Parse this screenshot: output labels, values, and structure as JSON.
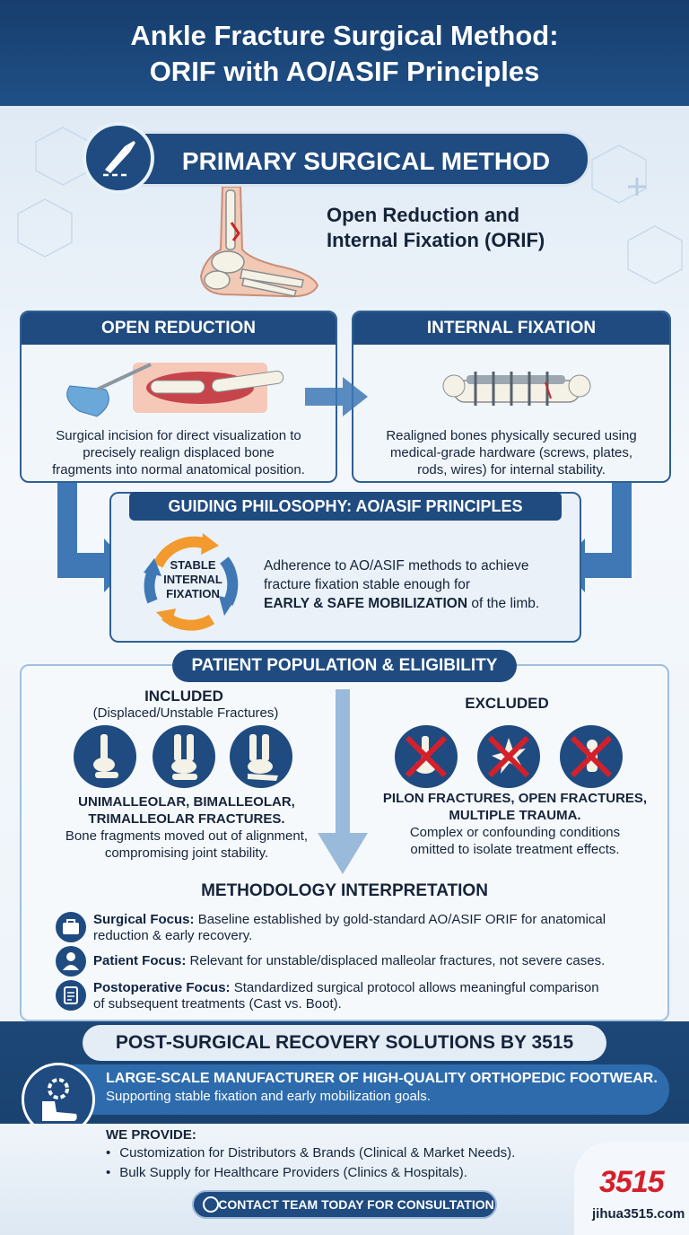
{
  "header": {
    "title_line1": "Ankle Fracture Surgical Method:",
    "title_line2": "ORIF with AO/ASIF Principles"
  },
  "primary": {
    "label": "PRIMARY SURGICAL METHOD",
    "subtitle_line1": "Open Reduction and",
    "subtitle_line2": "Internal Fixation (ORIF)"
  },
  "open_reduction": {
    "title": "OPEN REDUCTION",
    "line1": "Surgical incision for direct visualization to",
    "line2": "precisely realign displaced bone",
    "line3": "fragments into normal anatomical position."
  },
  "internal_fixation": {
    "title": "INTERNAL FIXATION",
    "line1": "Realigned bones physically secured using",
    "line2": "medical-grade hardware (screws, plates,",
    "line3": "rods, wires) for internal stability."
  },
  "guiding": {
    "title": "GUIDING PHILOSOPHY: AO/ASIF PRINCIPLES",
    "cycle_line1": "STABLE",
    "cycle_line2": "INTERNAL",
    "cycle_line3": "FIXATION",
    "text_line1": "Adherence to AO/ASIF methods to achieve",
    "text_line2": "fracture fixation stable enough for",
    "text_bold": "EARLY & SAFE MOBILIZATION",
    "text_end": " of the limb."
  },
  "population": {
    "title": "PATIENT POPULATION & ELIGIBILITY",
    "included_title": "INCLUDED",
    "included_sub": "(Displaced/Unstable Fractures)",
    "included_bold_line1": "UNIMALLEOLAR, BIMALLEOLAR,",
    "included_bold_line2": "TRIMALLEOLAR FRACTURES.",
    "included_line1": "Bone fragments moved out of alignment,",
    "included_line2": "compromising joint stability.",
    "excluded_title": "EXCLUDED",
    "excluded_bold_line1": "PILON FRACTURES, OPEN FRACTURES,",
    "excluded_bold_line2": "MULTIPLE TRAUMA.",
    "excluded_line1": "Complex or confounding conditions",
    "excluded_line2": "omitted to isolate treatment effects."
  },
  "methodology": {
    "title": "METHODOLOGY INTERPRETATION",
    "items": [
      {
        "label": "Surgical Focus:",
        "text": " Baseline established by gold-standard AO/ASIF ORIF for anatomical",
        "text2": "reduction & early recovery."
      },
      {
        "label": "Patient Focus:",
        "text": " Relevant for unstable/displaced malleolar fractures, not severe cases.",
        "text2": ""
      },
      {
        "label": "Postoperative Focus:",
        "text": " Standardized surgical protocol allows meaningful comparison",
        "text2": "of subsequent treatments (Cast vs. Boot)."
      }
    ]
  },
  "promo": {
    "title": "POST-SURGICAL RECOVERY SOLUTIONS BY 3515",
    "banner_bold": "LARGE-SCALE MANUFACTURER OF HIGH-QUALITY ORTHOPEDIC FOOTWEAR.",
    "banner_text": "Supporting stable fixation and early mobilization goals.",
    "provide_title": "WE PROVIDE:",
    "provide_items": [
      "Customization for Distributors & Brands (Clinical & Market Needs).",
      "Bulk Supply for Healthcare Providers (Clinics & Hospitals)."
    ],
    "contact_label": "CONTACT TEAM TODAY FOR CONSULTATION",
    "logo": "3515",
    "site": "jihua3515.com"
  },
  "colors": {
    "navy": "#1f4b80",
    "accent_blue": "#2d6bad",
    "orange": "#f29a2e",
    "red": "#d3202b"
  }
}
